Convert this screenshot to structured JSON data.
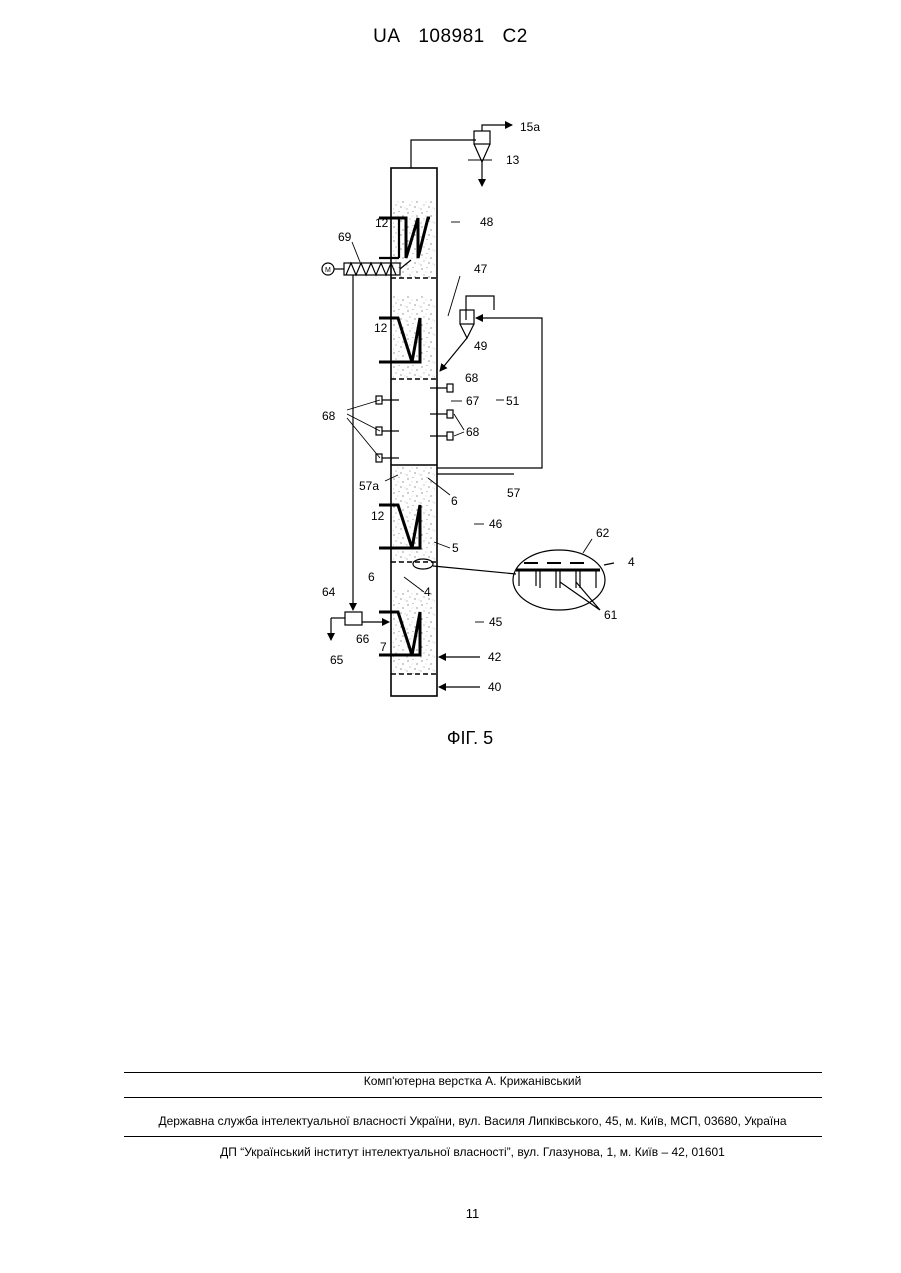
{
  "header": {
    "country": "UA",
    "number": "108981",
    "kind": "C2"
  },
  "figure": {
    "caption": "ФІГ. 5",
    "labels": {
      "l15a": "15a",
      "l13": "13",
      "l48": "48",
      "l12_top": "12",
      "l69": "69",
      "l_motor": "M",
      "l47": "47",
      "l12_mid": "12",
      "l49": "49",
      "l68_right_top": "68",
      "l67": "67",
      "l51": "51",
      "l68_left": "68",
      "l68_right_low": "68",
      "l57a": "57a",
      "l6_upper": "6",
      "l57": "57",
      "l12_low": "12",
      "l46": "46",
      "l5": "5",
      "l62": "62",
      "l4_detail": "4",
      "l6_lower": "6",
      "l4": "4",
      "l61": "61",
      "l64": "64",
      "l45": "45",
      "l66": "66",
      "l7": "7",
      "l42": "42",
      "l65": "65",
      "l40": "40"
    }
  },
  "footer": {
    "layout": "Комп'ютерна верстка А. Крижанівський",
    "service": "Державна служба інтелектуальної власності України, вул. Василя Липківського, 45, м. Київ, МСП, 03680, Україна",
    "institute": "ДП “Український інститут інтелектуальної власності”, вул. Глазунова, 1, м. Київ – 42, 01601",
    "page_number": "11"
  }
}
